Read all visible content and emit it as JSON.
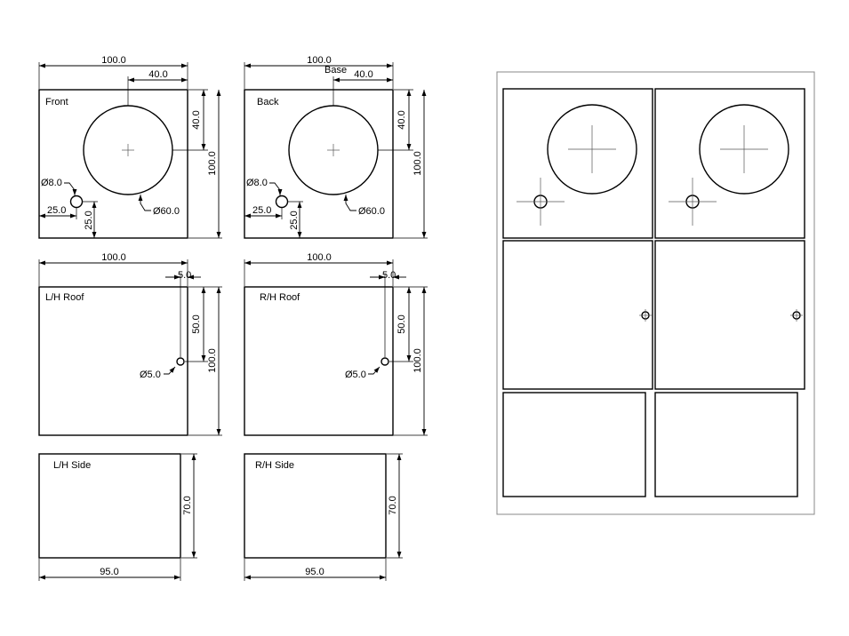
{
  "panels": {
    "front": {
      "label": "Front"
    },
    "back": {
      "label": "Back"
    },
    "lh_roof": {
      "label": "L/H Roof"
    },
    "rh_roof": {
      "label": "R/H Roof"
    },
    "lh_side": {
      "label": "L/H Side"
    },
    "rh_side": {
      "label": "R/H Side"
    }
  },
  "labels": {
    "base": "Base"
  },
  "dimensions": {
    "front_width": "100.0",
    "front_hole_offset": "40.0",
    "front_hole_from_top": "40.0",
    "front_height": "100.0",
    "front_small_hole_dia": "Ø8.0",
    "front_small_hole_x": "25.0",
    "front_small_hole_y": "25.0",
    "front_big_hole_dia": "Ø60.0",
    "back_width": "100.0",
    "back_hole_offset": "40.0",
    "back_hole_from_top": "40.0",
    "back_height": "100.0",
    "back_small_hole_dia": "Ø8.0",
    "back_small_hole_x": "25.0",
    "back_small_hole_y": "25.0",
    "back_big_hole_dia": "Ø60.0",
    "lh_roof_width": "100.0",
    "lh_roof_hole_x": "5.0",
    "lh_roof_hole_y": "50.0",
    "lh_roof_height": "100.0",
    "lh_roof_hole_dia": "Ø5.0",
    "rh_roof_width": "100.0",
    "rh_roof_hole_x": "5.0",
    "rh_roof_hole_y": "50.0",
    "rh_roof_height": "100.0",
    "rh_roof_hole_dia": "Ø5.0",
    "lh_side_height": "70.0",
    "lh_side_width": "95.0",
    "rh_side_height": "70.0",
    "rh_side_width": "95.0"
  }
}
